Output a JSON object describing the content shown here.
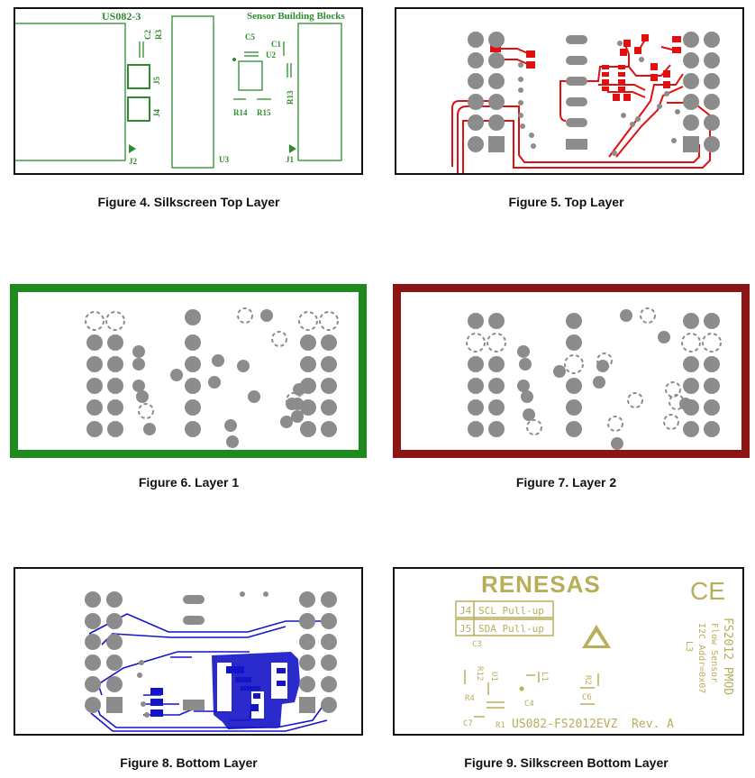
{
  "figures": [
    {
      "id": 4,
      "caption": "Figure 4. Silkscreen Top Layer"
    },
    {
      "id": 5,
      "caption": "Figure 5. Top Layer"
    },
    {
      "id": 6,
      "caption": "Figure 6. Layer 1"
    },
    {
      "id": 7,
      "caption": "Figure 7. Layer 2"
    },
    {
      "id": 8,
      "caption": "Figure 8. Bottom Layer"
    },
    {
      "id": 9,
      "caption": "Figure 9. Silkscreen Bottom Layer"
    }
  ],
  "silk_top": {
    "board_name": "US082-3",
    "title": "Sensor Building Blocks",
    "refs": {
      "c2": "C2",
      "r3": "R3",
      "j5": "J5",
      "j4": "J4",
      "j2": "J2",
      "u3": "U3",
      "c5": "C5",
      "u2": "U2",
      "c1": "C1",
      "r13": "R13",
      "r14": "R14",
      "r15": "R15",
      "j1": "J1"
    }
  },
  "silk_bottom": {
    "logo": "RENESAS",
    "ce_mark": "CE",
    "j4_label": "J4",
    "j4_desc": "SCL Pull-up",
    "j5_label": "J5",
    "j5_desc": "SDA Pull-up",
    "c3": "C3",
    "product": "FS2012 PMOD",
    "product_line2": "Flow Sensor",
    "product_line3": "I2C Addr=0x07",
    "product_line4": "L3",
    "refs": {
      "r12": "R12",
      "u1": "U1",
      "l1": "L1",
      "r2": "R2",
      "r4": "R4",
      "c4": "C4",
      "c6": "C6",
      "c7": "C7",
      "r1": "R1"
    },
    "board_rev": "US082-FS2012EVZ  Rev. A"
  },
  "colors": {
    "silk_top": "#2e8b2e",
    "copper_top": "#e01010",
    "layer1_border": "#1e8a1e",
    "layer2_border": "#8b1414",
    "copper_bottom": "#1414c8",
    "silk_bottom": "#b8ae5a",
    "pad_gray": "#8c8c8c"
  }
}
